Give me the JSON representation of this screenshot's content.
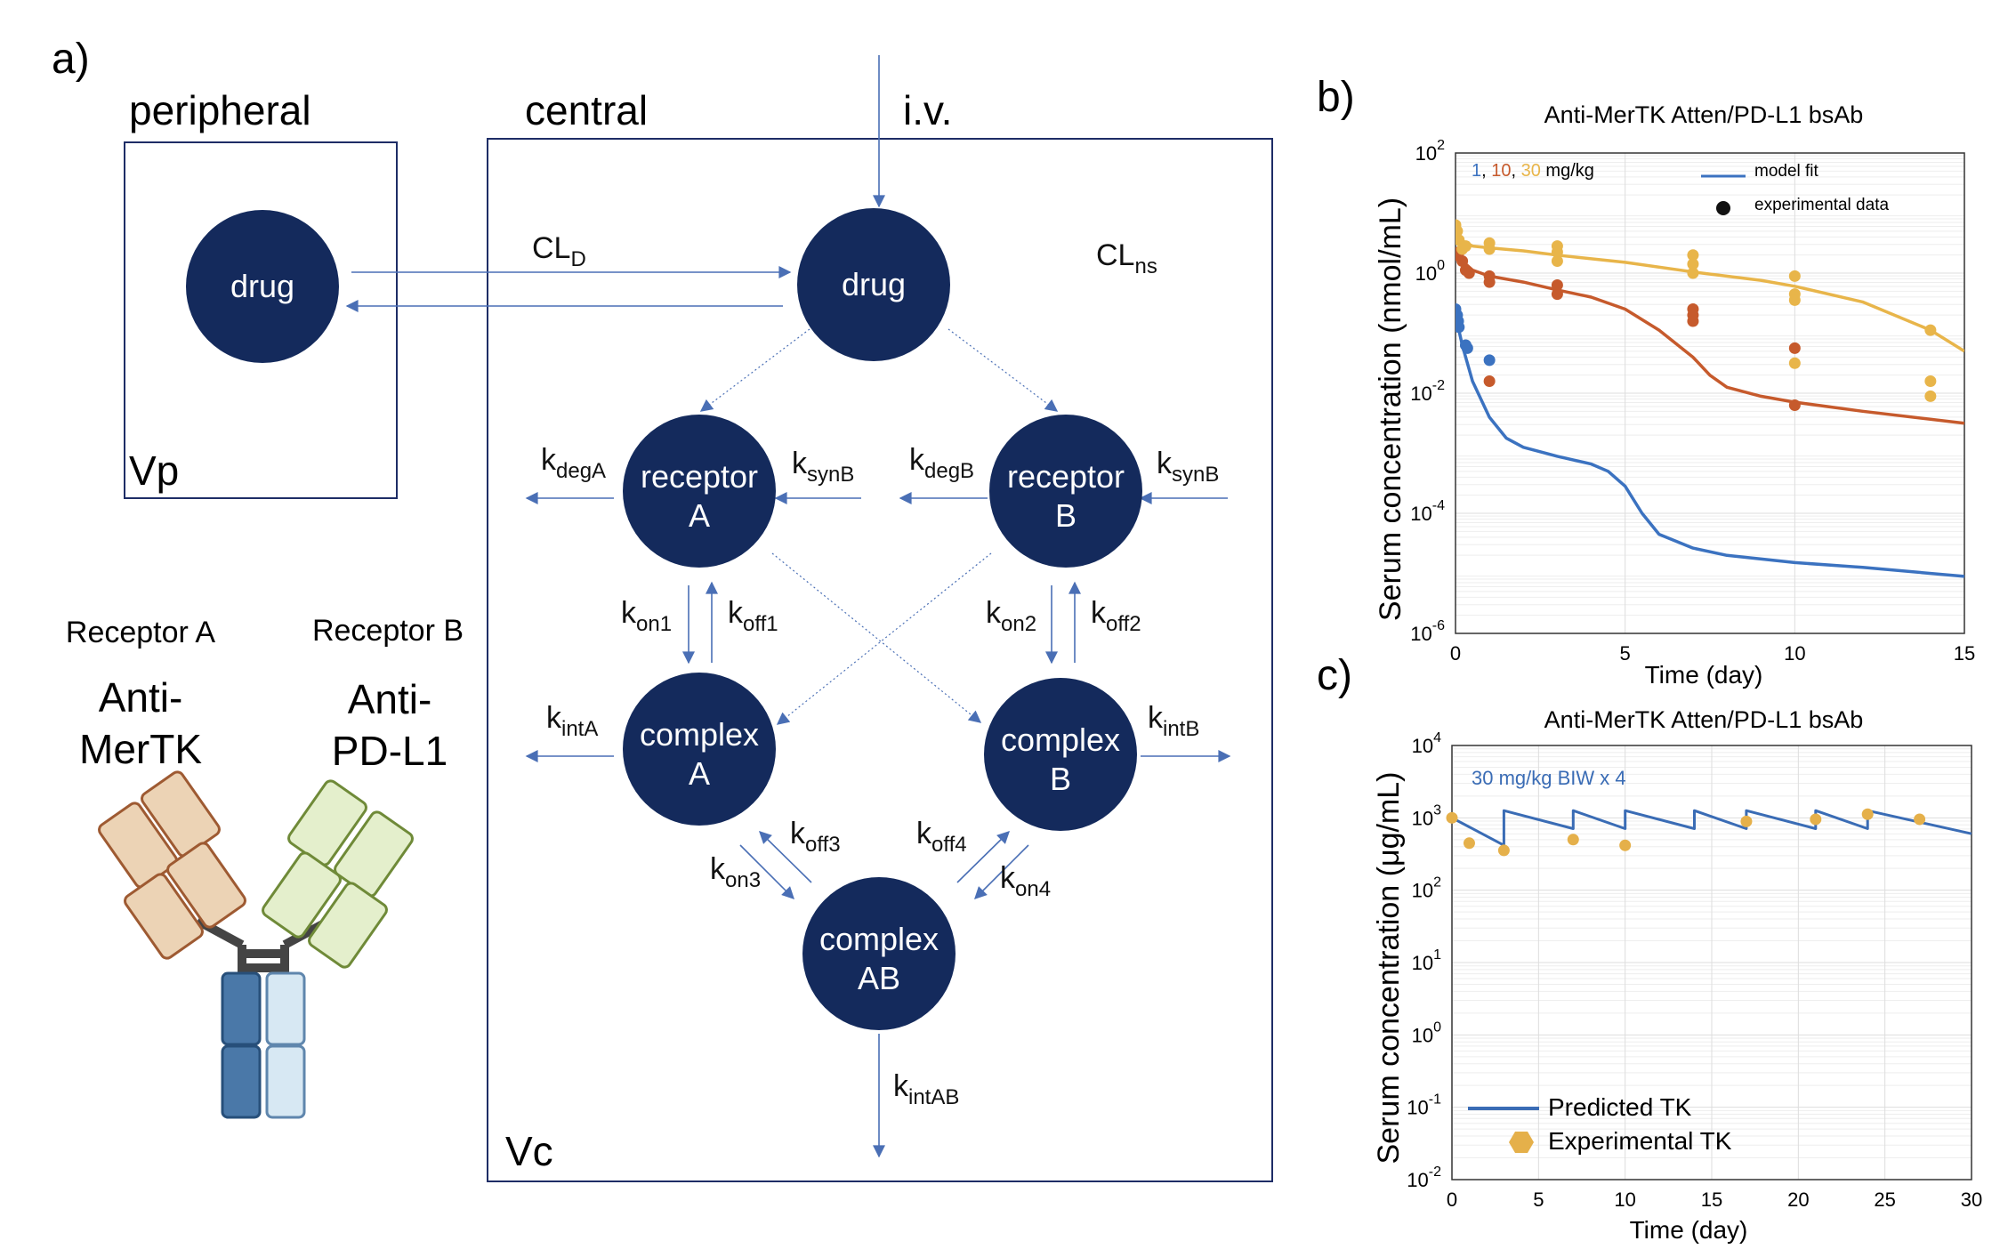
{
  "colors": {
    "node": "#142a5c",
    "arrow": "#4a6fb5",
    "box": "#1e2d66",
    "blue": "#3b72c0",
    "orange": "#c65a2c",
    "yellow": "#e8b54a",
    "pk_line": "#3a6cb5",
    "pk_dot": "#e5b04a"
  },
  "panel_labels": {
    "a": "a)",
    "b": "b)",
    "c": "c)"
  },
  "diagram": {
    "peripheral_label": "peripheral",
    "central_label": "central",
    "iv_label": "i.v.",
    "vp_label": "Vp",
    "vc_label": "Vc",
    "rate_constants": {
      "cld": {
        "base": "CL",
        "sub": "D"
      },
      "clns": {
        "base": "CL",
        "sub": "ns"
      },
      "kdegA": {
        "base": "k",
        "sub": "degA"
      },
      "ksynA": {
        "base": "k",
        "sub": "synB"
      },
      "kdegB": {
        "base": "k",
        "sub": "degB"
      },
      "ksynB": {
        "base": "k",
        "sub": "synB"
      },
      "kon1": {
        "base": "k",
        "sub": "on1"
      },
      "koff1": {
        "base": "k",
        "sub": "off1"
      },
      "kon2": {
        "base": "k",
        "sub": "on2"
      },
      "koff2": {
        "base": "k",
        "sub": "off2"
      },
      "kintA": {
        "base": "k",
        "sub": "intA"
      },
      "kintB": {
        "base": "k",
        "sub": "intB"
      },
      "koff3": {
        "base": "k",
        "sub": "off3"
      },
      "kon3": {
        "base": "k",
        "sub": "on3"
      },
      "koff4": {
        "base": "k",
        "sub": "off4"
      },
      "kon4": {
        "base": "k",
        "sub": "on4"
      },
      "kintAB": {
        "base": "k",
        "sub": "intAB"
      }
    },
    "nodes": {
      "drug_peripheral": {
        "line1": "drug",
        "line2": ""
      },
      "drug_central": {
        "line1": "drug",
        "line2": ""
      },
      "receptor_a": {
        "line1": "receptor",
        "line2": "A"
      },
      "receptor_b": {
        "line1": "receptor",
        "line2": "B"
      },
      "complex_a": {
        "line1": "complex",
        "line2": "A"
      },
      "complex_b": {
        "line1": "complex",
        "line2": "B"
      },
      "complex_ab": {
        "line1": "complex",
        "line2": "AB"
      }
    },
    "antibody": {
      "receptor_a_label": "Receptor A",
      "receptor_b_label": "Receptor B",
      "arm_a_line1": "Anti-",
      "arm_a_line2": "MerTK",
      "arm_b_line1": "Anti-",
      "arm_b_line2": "PD-L1",
      "colors": {
        "fab_a_fill": "#ecd3b5",
        "fab_a_stroke": "#9e5a32",
        "fab_b_fill": "#e4efcc",
        "fab_b_stroke": "#6f8a38",
        "fc_dark_fill": "#4a78a8",
        "fc_dark_stroke": "#274f7a",
        "fc_light_fill": "#d7e8f3",
        "fc_light_stroke": "#5f86ad",
        "hinge": "#444444"
      }
    }
  },
  "chart_data": [
    {
      "type": "line",
      "title": "Anti-MerTK Atten/PD-L1 bsAb",
      "xlabel": "Time (day)",
      "ylabel": "Serum concentration (nmol/mL)",
      "xlim": [
        0,
        15
      ],
      "ylim_log10": [
        -6,
        2
      ],
      "yscale": "log",
      "grid": true,
      "x_ticks": [
        "0",
        "5",
        "10",
        "15"
      ],
      "y_ticks": [
        {
          "base": "10",
          "exp": "-6"
        },
        {
          "base": "10",
          "exp": "-4"
        },
        {
          "base": "10",
          "exp": "-2"
        },
        {
          "base": "10",
          "exp": "0"
        },
        {
          "base": "10",
          "exp": "2"
        }
      ],
      "dose_legend": {
        "v1": "1",
        "sep1": ", ",
        "v2": "10",
        "sep2": ", ",
        "v3": "30",
        "unit": " mg/kg"
      },
      "legend": {
        "position": "top-right",
        "model": "model fit",
        "experimental": "experimental data"
      },
      "series": [
        {
          "dose": "1",
          "color": "blue",
          "model": [
            [
              0,
              -0.7
            ],
            [
              0.2,
              -1.2
            ],
            [
              0.5,
              -1.8
            ],
            [
              1,
              -2.4
            ],
            [
              1.5,
              -2.75
            ],
            [
              2,
              -2.9
            ],
            [
              3,
              -3.05
            ],
            [
              4,
              -3.18
            ],
            [
              4.5,
              -3.3
            ],
            [
              5,
              -3.55
            ],
            [
              5.5,
              -4.0
            ],
            [
              6,
              -4.35
            ],
            [
              7,
              -4.58
            ],
            [
              8,
              -4.7
            ],
            [
              10,
              -4.82
            ],
            [
              12,
              -4.9
            ],
            [
              15,
              -5.05
            ]
          ],
          "points": [
            [
              0,
              -0.6
            ],
            [
              0.05,
              -0.7
            ],
            [
              0.08,
              -0.8
            ],
            [
              0.1,
              -0.9
            ],
            [
              0.3,
              -1.2
            ],
            [
              0.35,
              -1.25
            ],
            [
              1,
              -1.45
            ]
          ]
        },
        {
          "dose": "10",
          "color": "orange",
          "model": [
            [
              0,
              0.3
            ],
            [
              0.5,
              0.05
            ],
            [
              1,
              -0.05
            ],
            [
              2,
              -0.15
            ],
            [
              3,
              -0.28
            ],
            [
              4,
              -0.4
            ],
            [
              5,
              -0.6
            ],
            [
              6,
              -0.95
            ],
            [
              7,
              -1.4
            ],
            [
              7.5,
              -1.7
            ],
            [
              8,
              -1.9
            ],
            [
              9,
              -2.05
            ],
            [
              10,
              -2.15
            ],
            [
              12,
              -2.3
            ],
            [
              15,
              -2.5
            ]
          ],
          "points": [
            [
              0,
              0.3
            ],
            [
              0.1,
              0.35
            ],
            [
              0.2,
              0.2
            ],
            [
              0.3,
              0.05
            ],
            [
              0.4,
              0.0
            ],
            [
              1,
              -0.05
            ],
            [
              1,
              -0.15
            ],
            [
              1,
              -1.8
            ],
            [
              3,
              -0.2
            ],
            [
              3,
              -0.35
            ],
            [
              7,
              -0.6
            ],
            [
              7,
              -0.7
            ],
            [
              7,
              -0.8
            ],
            [
              10,
              -1.25
            ],
            [
              10,
              -2.2
            ]
          ]
        },
        {
          "dose": "30",
          "color": "yellow",
          "model": [
            [
              0,
              0.6
            ],
            [
              0.5,
              0.45
            ],
            [
              1,
              0.42
            ],
            [
              2,
              0.37
            ],
            [
              3,
              0.3
            ],
            [
              5,
              0.18
            ],
            [
              7,
              0.02
            ],
            [
              9,
              -0.12
            ],
            [
              10,
              -0.22
            ],
            [
              12,
              -0.48
            ],
            [
              14,
              -0.95
            ],
            [
              15,
              -1.3
            ]
          ],
          "points": [
            [
              0,
              0.8
            ],
            [
              0.05,
              0.7
            ],
            [
              0.1,
              0.55
            ],
            [
              0.2,
              0.4
            ],
            [
              0.3,
              0.45
            ],
            [
              1,
              0.5
            ],
            [
              1,
              0.4
            ],
            [
              3,
              0.45
            ],
            [
              3,
              0.35
            ],
            [
              3,
              0.2
            ],
            [
              7,
              0.3
            ],
            [
              7,
              0.15
            ],
            [
              7,
              0.0
            ],
            [
              10,
              -0.05
            ],
            [
              10,
              -0.35
            ],
            [
              10,
              -0.45
            ],
            [
              10,
              -1.5
            ],
            [
              14,
              -0.95
            ],
            [
              14,
              -1.8
            ],
            [
              14,
              -2.05
            ]
          ]
        }
      ]
    },
    {
      "type": "line",
      "title": "Anti-MerTK Atten/PD-L1 bsAb",
      "xlabel": "Time (day)",
      "ylabel": "Serum concentration (μg/mL)",
      "xlim": [
        0,
        30
      ],
      "ylim_log10": [
        -2,
        4
      ],
      "yscale": "log",
      "grid": true,
      "x_ticks": [
        "0",
        "5",
        "10",
        "15",
        "20",
        "25",
        "30"
      ],
      "y_ticks": [
        {
          "base": "10",
          "exp": "-2"
        },
        {
          "base": "10",
          "exp": "-1"
        },
        {
          "base": "10",
          "exp": "0"
        },
        {
          "base": "10",
          "exp": "1"
        },
        {
          "base": "10",
          "exp": "2"
        },
        {
          "base": "10",
          "exp": "3"
        },
        {
          "base": "10",
          "exp": "4"
        }
      ],
      "annotation": "30 mg/kg BIW x 4",
      "legend": {
        "position": "bottom-left",
        "predicted": "Predicted TK",
        "experimental": "Experimental TK"
      },
      "dose_times": [
        0,
        3,
        7,
        10,
        14,
        17,
        21,
        24
      ],
      "predicted_peak_log10": 3.1,
      "predicted_trough_log10": 2.85,
      "predicted_end_log10": 2.8,
      "points": [
        [
          0,
          3.0
        ],
        [
          1,
          2.65
        ],
        [
          3,
          2.55
        ],
        [
          7,
          2.7
        ],
        [
          10,
          2.62
        ],
        [
          17,
          2.95
        ],
        [
          21,
          2.98
        ],
        [
          24,
          3.05
        ],
        [
          27,
          2.98
        ]
      ]
    }
  ]
}
